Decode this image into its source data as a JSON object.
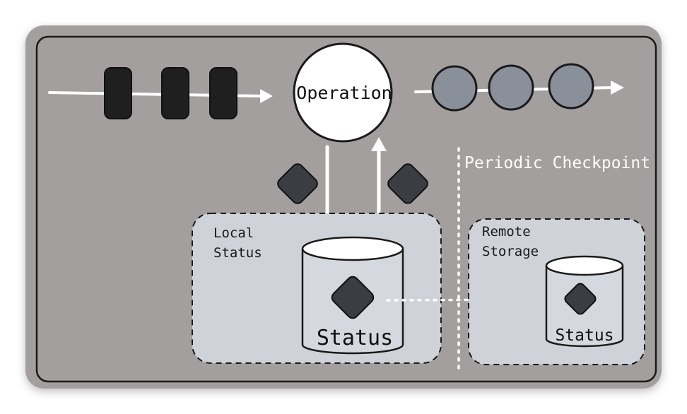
{
  "operation": {
    "label": "Operation"
  },
  "checkpoint": {
    "label": "Periodic Checkpoint"
  },
  "local": {
    "title_line1": "Local",
    "title_line2": "Status",
    "db_label": "Status"
  },
  "remote": {
    "title_line1": "Remote",
    "title_line2": "Storage",
    "db_label": "Status"
  },
  "colors": {
    "frame": "#a39f9e",
    "panel": "#cfd3d9",
    "event_dark": "#1f1f1f",
    "event_gray": "#8a9099",
    "token": "#3a3d42",
    "arrow": "#ffffff"
  }
}
